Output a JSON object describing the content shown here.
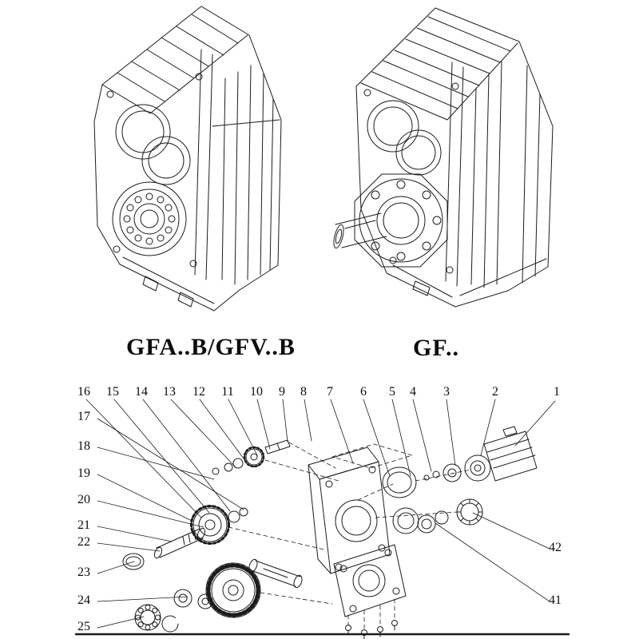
{
  "figure": {
    "left_model_label": "GFA..B/GFV..B",
    "right_model_label": "GF.."
  },
  "exploded": {
    "top_row": [
      "16",
      "15",
      "14",
      "13",
      "12",
      "11",
      "10",
      "9",
      "8",
      "7",
      "6",
      "5",
      "4",
      "3",
      "2",
      "1"
    ],
    "left_col": [
      "17",
      "18",
      "19",
      "20",
      "21",
      "22",
      "23",
      "24",
      "25"
    ],
    "right_col": [
      "42",
      "41"
    ]
  },
  "colors": {
    "line": "#1c1c1c",
    "background": "#ffffff"
  }
}
